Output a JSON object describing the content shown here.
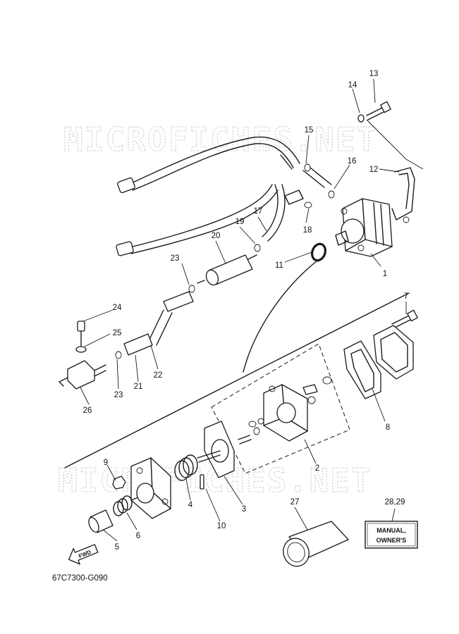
{
  "watermark": "MICROFICHES.NET",
  "diagram_code": "67C7300-G090",
  "fwd_label": "FWD",
  "manual_label_line1": "MANUAL,",
  "manual_label_line2": "OWNER'S",
  "callouts": [
    "1",
    "2",
    "3",
    "4",
    "5",
    "6",
    "7",
    "8",
    "9",
    "10",
    "11",
    "12",
    "13",
    "14",
    "15",
    "16",
    "17",
    "18",
    "19",
    "20",
    "21",
    "22",
    "23",
    "23",
    "24",
    "25",
    "26",
    "27",
    "28,29"
  ]
}
